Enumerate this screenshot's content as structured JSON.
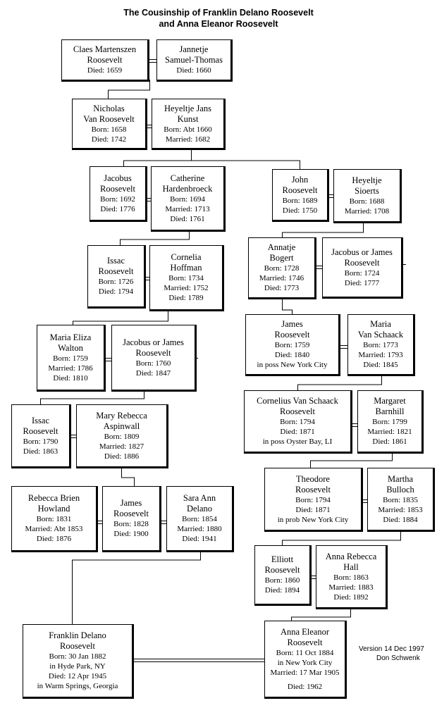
{
  "title": {
    "line1": "The Cousinship of Franklin Delano Roosevelt",
    "line2": "and Anna Eleanor Roosevelt"
  },
  "people": {
    "claes": {
      "name": [
        "Claes Martenszen",
        "Roosevelt"
      ],
      "details": [
        "Died: 1659"
      ]
    },
    "jannetje": {
      "name": [
        "Jannetje",
        "Samuel-Thomas"
      ],
      "details": [
        "Died: 1660"
      ]
    },
    "nicholas": {
      "name": [
        "Nicholas",
        "Van Roosevelt"
      ],
      "details": [
        "Born: 1658",
        "Died: 1742"
      ]
    },
    "heyeltje_jans": {
      "name": [
        "Heyeltje Jans",
        "Kunst"
      ],
      "details": [
        "Born: Abt 1660",
        "Married: 1682"
      ]
    },
    "jacobus_1692": {
      "name": [
        "Jacobus",
        "Roosevelt"
      ],
      "details": [
        "Born: 1692",
        "Died: 1776"
      ]
    },
    "catherine": {
      "name": [
        "Catherine",
        "Hardenbroeck"
      ],
      "details": [
        "Born: 1694",
        "Married: 1713",
        "Died: 1761"
      ]
    },
    "john": {
      "name": [
        "John",
        "Roosevelt"
      ],
      "details": [
        "Born: 1689",
        "Died: 1750"
      ]
    },
    "heyeltje_sioerts": {
      "name": [
        "Heyeltje",
        "Sioerts"
      ],
      "details": [
        "Born: 1688",
        "Married: 1708"
      ]
    },
    "issac_1726": {
      "name": [
        "Issac",
        "Roosevelt"
      ],
      "details": [
        "Born: 1726",
        "Died: 1794"
      ]
    },
    "cornelia": {
      "name": [
        "Cornelia",
        "Hoffman"
      ],
      "details": [
        "Born: 1734",
        "Married: 1752",
        "Died: 1789"
      ]
    },
    "annatje": {
      "name": [
        "Annatje",
        "Bogert"
      ],
      "details": [
        "Born: 1728",
        "Married: 1746",
        "Died: 1773"
      ]
    },
    "jacobus_1724": {
      "name": [
        "Jacobus or James",
        "Roosevelt"
      ],
      "details": [
        "Born: 1724",
        "Died: 1777"
      ]
    },
    "maria_eliza": {
      "name": [
        "Maria Eliza",
        "Walton"
      ],
      "details": [
        "Born: 1759",
        "Married: 1786",
        "Died: 1810"
      ]
    },
    "jacobus_1760": {
      "name": [
        "Jacobus or James",
        "Roosevelt"
      ],
      "details": [
        "Born: 1760",
        "Died: 1847"
      ]
    },
    "james_1759": {
      "name": [
        "James",
        "Roosevelt"
      ],
      "details": [
        "Born: 1759",
        "Died: 1840",
        "in poss New York City"
      ]
    },
    "maria_vs": {
      "name": [
        "Maria",
        "Van Schaack"
      ],
      "details": [
        "Born: 1773",
        "Married: 1793",
        "Died: 1845"
      ]
    },
    "issac_1790": {
      "name": [
        "Issac",
        "Roosevelt"
      ],
      "details": [
        "Born: 1790",
        "Died: 1863"
      ]
    },
    "mary_rebecca": {
      "name": [
        "Mary Rebecca",
        "Aspinwall"
      ],
      "details": [
        "Born: 1809",
        "Married: 1827",
        "Died: 1886"
      ]
    },
    "cornelius": {
      "name": [
        "Cornelius Van Schaack",
        "Roosevelt"
      ],
      "details": [
        "Born: 1794",
        "Died: 1871",
        "in poss Oyster Bay, LI"
      ]
    },
    "margaret": {
      "name": [
        "Margaret",
        "Barnhill"
      ],
      "details": [
        "Born: 1799",
        "Married: 1821",
        "Died: 1861"
      ]
    },
    "rebecca_brien": {
      "name": [
        "Rebecca Brien",
        "Howland"
      ],
      "details": [
        "Born: 1831",
        "Married: Abt 1853",
        "Died: 1876"
      ]
    },
    "james_1828": {
      "name": [
        "James",
        "Roosevelt"
      ],
      "details": [
        "Born: 1828",
        "Died: 1900"
      ]
    },
    "sara_ann": {
      "name": [
        "Sara Ann",
        "Delano"
      ],
      "details": [
        "Born: 1854",
        "Married: 1880",
        "Died: 1941"
      ]
    },
    "theodore": {
      "name": [
        "Theodore",
        "Roosevelt"
      ],
      "details": [
        "Born: 1794",
        "Died: 1871",
        "in prob New York City"
      ]
    },
    "martha": {
      "name": [
        "Martha",
        "Bulloch"
      ],
      "details": [
        "Born: 1835",
        "Married: 1853",
        "Died: 1884"
      ]
    },
    "elliott": {
      "name": [
        "Elliott",
        "Roosevelt"
      ],
      "details": [
        "Born: 1860",
        "Died: 1894"
      ]
    },
    "anna_rebecca": {
      "name": [
        "Anna Rebecca",
        "Hall"
      ],
      "details": [
        "Born: 1863",
        "Married: 1883",
        "Died: 1892"
      ]
    },
    "fdr": {
      "name": [
        "Franklin Delano",
        "Roosevelt"
      ],
      "details": [
        "Born: 30 Jan 1882",
        "in Hyde Park, NY",
        "Died: 12 Apr 1945",
        "in Warm Springs, Georgia"
      ]
    },
    "eleanor": {
      "name": [
        "Anna Eleanor",
        "Roosevelt"
      ],
      "details": [
        "Born: 11 Oct 1884",
        "in New York City",
        "Married: 17 Mar 1905"
      ],
      "details_after_gap": [
        "Died: 1962"
      ]
    }
  },
  "version": {
    "line1": "Version 14 Dec 1997",
    "line2": "Don Schwenk"
  }
}
